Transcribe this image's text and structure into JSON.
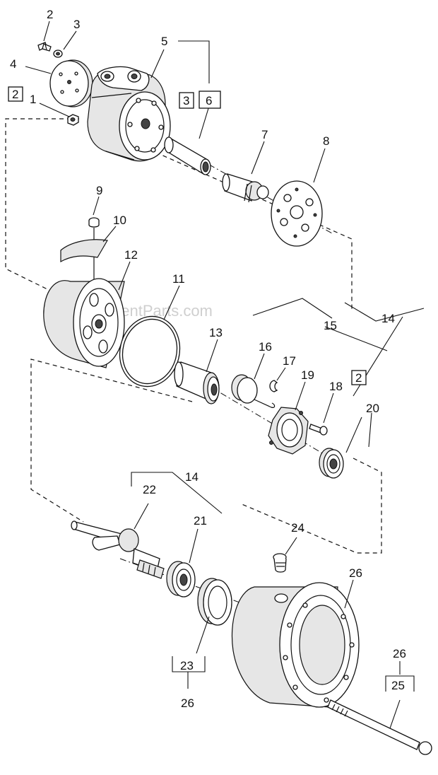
{
  "watermark": "eReplacementParts.com",
  "callouts": {
    "c1": "1",
    "c2": "2",
    "c3": "3",
    "c4": "4",
    "c5": "5",
    "c6": "6",
    "c7": "7",
    "c8": "8",
    "c9": "9",
    "c10": "10",
    "c11": "11",
    "c12": "12",
    "c13": "13",
    "c14a": "14",
    "c15": "15",
    "c16": "16",
    "c17": "17",
    "c18": "18",
    "c19": "19",
    "c20": "20",
    "c14b": "14",
    "c21": "21",
    "c22": "22",
    "c24": "24",
    "c26a": "26",
    "c26b": "26",
    "c26c": "26"
  },
  "boxed": {
    "b2a": "2",
    "b3": "3",
    "b2b": "2",
    "b23": "23",
    "b25": "25"
  }
}
